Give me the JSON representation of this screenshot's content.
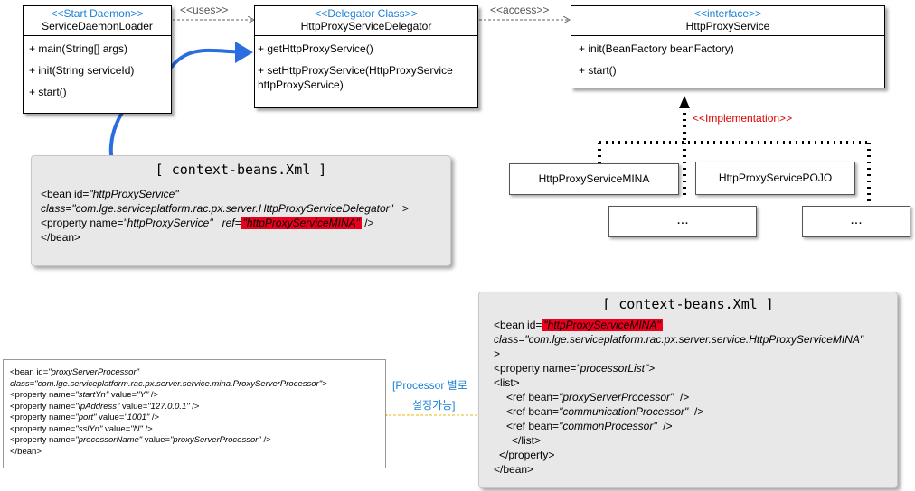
{
  "uml": {
    "loader": {
      "stereotype": "<<Start Daemon>>",
      "name": "ServiceDaemonLoader",
      "ops": [
        "+ main(String[]  args)",
        "+ init(String serviceId)",
        "+ start()"
      ]
    },
    "delegator": {
      "stereotype": "<<Delegator  Class>>",
      "name": "HttpProxyServiceDelegator",
      "ops": [
        "+  getHttpProxyService()",
        "+  setHttpProxyService(HttpProxyService httpProxyService)"
      ]
    },
    "iface": {
      "stereotype": "<<interface>>",
      "name": "HttpProxyService",
      "ops": [
        "+  init(BeanFactory  beanFactory)",
        "+  start()"
      ]
    }
  },
  "relations": {
    "uses": "<<uses>>",
    "access": "<<access>>",
    "implementation": "<<Implementation>>"
  },
  "impls": {
    "mina": "HttpProxyServiceMINA",
    "pojo": "HttpProxyServicePOJO",
    "more1": "...",
    "more2": "..."
  },
  "bean1": {
    "title": "[ context-beans.Xml ]",
    "l1a": "<bean id=",
    "l1b": "\"httpProxyService\"",
    "l2": "class=\"com.lge.serviceplatform.rac.px.server.HttpProxyServiceDelegator\"",
    "l2b": ">",
    "l3a": "<property name=",
    "l3b": "\"httpProxyService\"",
    "l3c": "ref=",
    "l3d": "\"httpProxyServiceMINA\"",
    "l3e": "/>",
    "l4": "</bean>"
  },
  "bean2": {
    "title": "[ context-beans.Xml ]",
    "l1a": "<bean id=",
    "l1b": "\"httpProxyServiceMINA\"",
    "l2": "class=\"com.lge.serviceplatform.rac.px.server.service.HttpProxyServiceMINA\"",
    "l3": ">",
    "l4a": "<property name=",
    "l4b": "\"processorList\"",
    "l4c": ">",
    "l5": "<list>",
    "l6a": "<ref bean=",
    "l6b": "\"proxyServerProcessor\"",
    "l6c": "/>",
    "l7a": "<ref bean=",
    "l7b": "\"communicationProcessor\"",
    "l7c": "/>",
    "l8a": "<ref bean=",
    "l8b": "\"commonProcessor\"",
    "l8c": "/>",
    "l9": "</list>",
    "l10": "</property>",
    "l11": "</bean>"
  },
  "bean3": {
    "l1a": "<bean id=",
    "l1b": "\"proxyServerProcessor\"",
    "l2": "class=\"com.lge.serviceplatform.rac.px.server.service.mina.ProxyServerProcessor\">",
    "l3a": "<property name=",
    "l3b": "\"startYn\"",
    "l3c": "value=",
    "l3d": "\"Y\"",
    "l3e": "/>",
    "l4a": "<property name=",
    "l4b": "\"ipAddress\"",
    "l4c": "value=",
    "l4d": "\"127.0.0.1\"",
    "l4e": "/>",
    "l5a": "<property name=",
    "l5b": "\"port\"",
    "l5c": "value=",
    "l5d": "\"1001\"",
    "l5e": "/>",
    "l6a": "<property name=",
    "l6b": "\"sslYn\"",
    "l6c": "value=",
    "l6d": "\"N\"",
    "l6e": "/>",
    "l7a": "<property name=",
    "l7b": "\"processorName\"",
    "l7c": "value=",
    "l7d": "\"proxyServerProcessor\"",
    "l7e": "/>",
    "l8": "</bean>"
  },
  "note": {
    "line1": "[Processor 별로",
    "line2": "설정가능]"
  },
  "colors": {
    "stereotype": "#1a7fd6",
    "arrow": "#2a6de0",
    "highlight": "#e8001c",
    "implLabel": "#e00000",
    "note": "#1a7fd6",
    "brace": "#e8b800"
  }
}
